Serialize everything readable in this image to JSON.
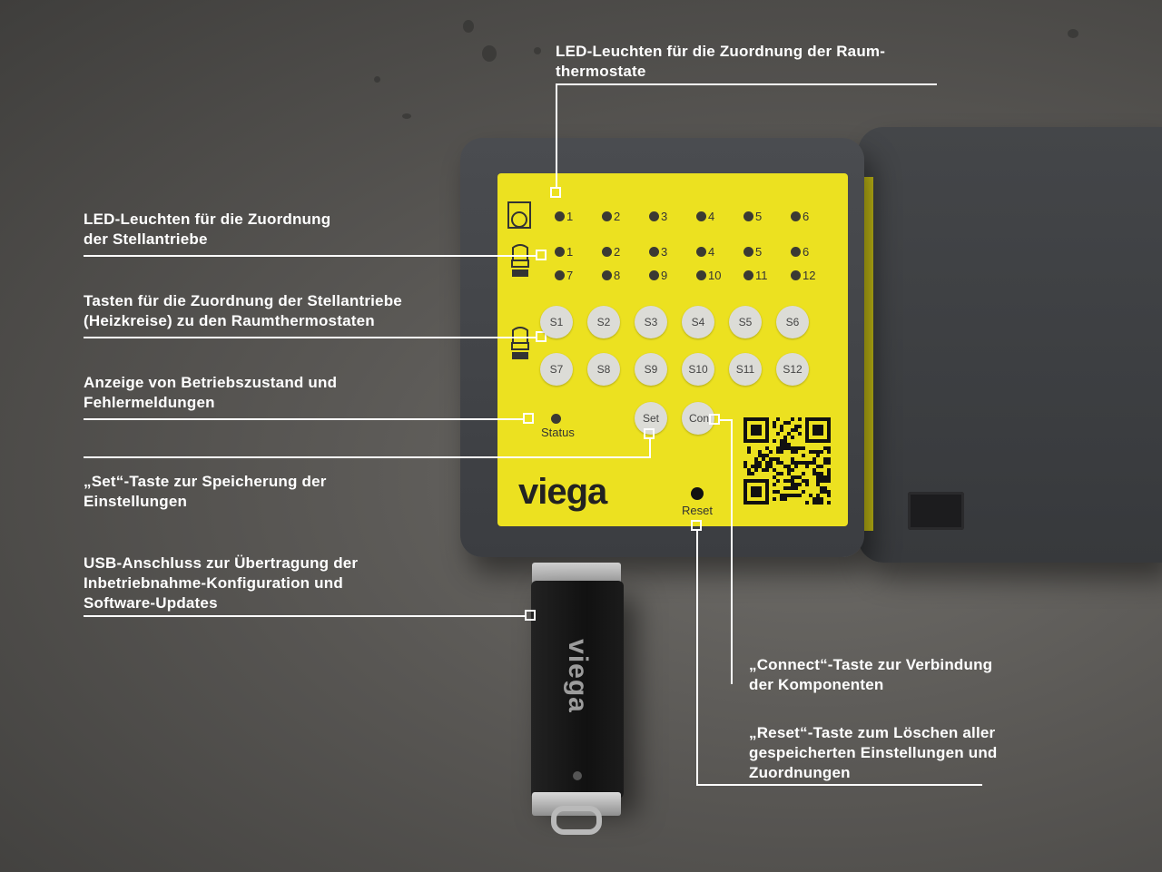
{
  "callouts": {
    "led_thermostats": "LED-Leuchten für die Zuordnung der Raum-\nthermostate",
    "led_actuators": "LED-Leuchten für die Zuordnung\nder Stellantriebe",
    "buttons_assign": "Tasten für die Zuordnung der Stellantriebe\n(Heizkreise) zu den Raumthermostaten",
    "status_display": "Anzeige von Betriebszustand und\nFehlermeldungen",
    "set_button": "„Set“-Taste zur Speicherung der\nEinstellungen",
    "usb_port": "USB-Anschluss zur Übertragung der\nInbetriebnahme-Konfiguration und\nSoftware-Updates",
    "connect_button": "„Connect“-Taste zur Verbindung\nder Komponenten",
    "reset_button": "„Reset“-Taste zum Löschen aller\ngespeicherten Einstellungen und\nZuordnungen"
  },
  "panel": {
    "thermostat_leds": [
      "1",
      "2",
      "3",
      "4",
      "5",
      "6"
    ],
    "actuator_leds_row1": [
      "1",
      "2",
      "3",
      "4",
      "5",
      "6"
    ],
    "actuator_leds_row2": [
      "7",
      "8",
      "9",
      "10",
      "11",
      "12"
    ],
    "buttons_row1": [
      "S1",
      "S2",
      "S3",
      "S4",
      "S5",
      "S6"
    ],
    "buttons_row2": [
      "S7",
      "S8",
      "S9",
      "S10",
      "S11",
      "S12"
    ],
    "status_label": "Status",
    "set_label": "Set",
    "connect_label": "Con",
    "reset_label": "Reset",
    "brand": "viega",
    "panel_color": "#ece120"
  },
  "usb": {
    "brand": "viega"
  },
  "icons": [
    "thermostat-icon",
    "actuator-icon"
  ]
}
